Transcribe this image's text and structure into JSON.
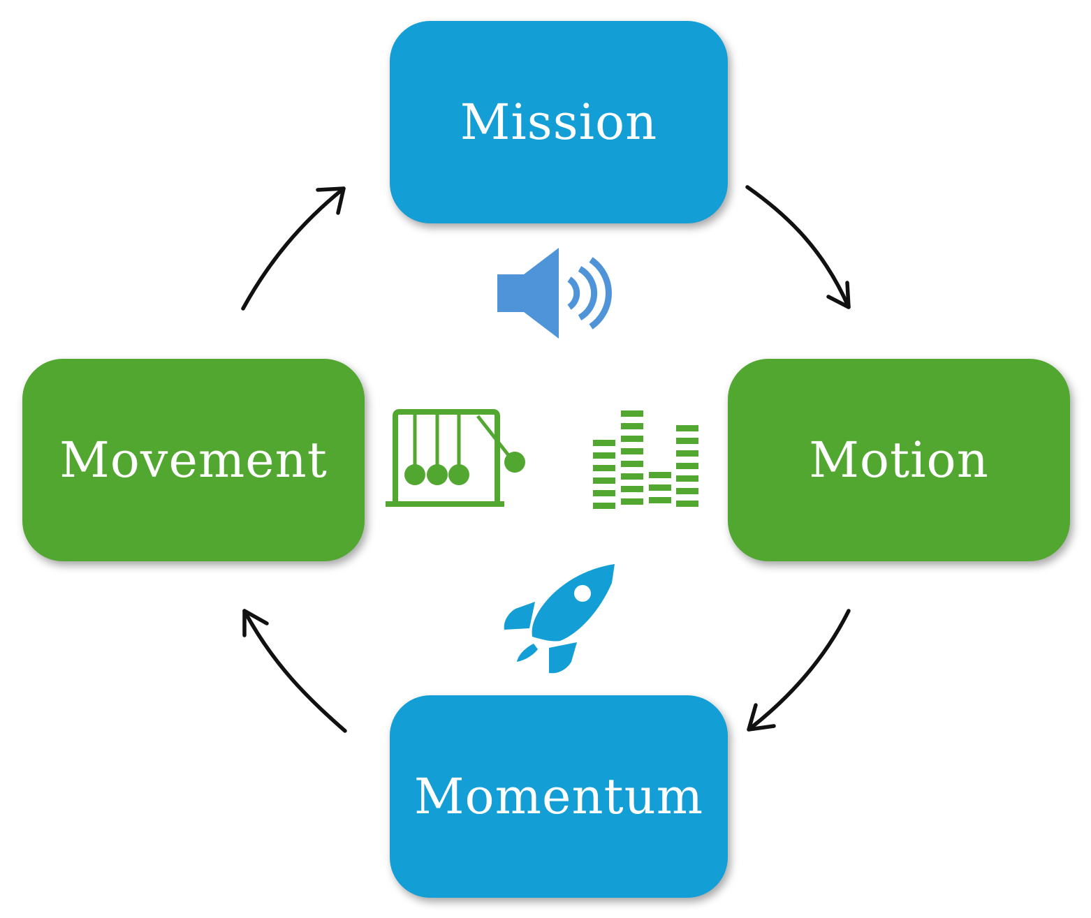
{
  "diagram": {
    "colors": {
      "blue": "#139ED6",
      "green": "#52A730",
      "speaker_blue": "#4F94D9",
      "arrow": "#111111"
    },
    "nodes": {
      "mission": "Mission",
      "motion": "Motion",
      "momentum": "Momentum",
      "movement": "Movement"
    },
    "icons": [
      "speaker-icon",
      "newtons-cradle-icon",
      "equalizer-icon",
      "rocket-icon"
    ]
  }
}
